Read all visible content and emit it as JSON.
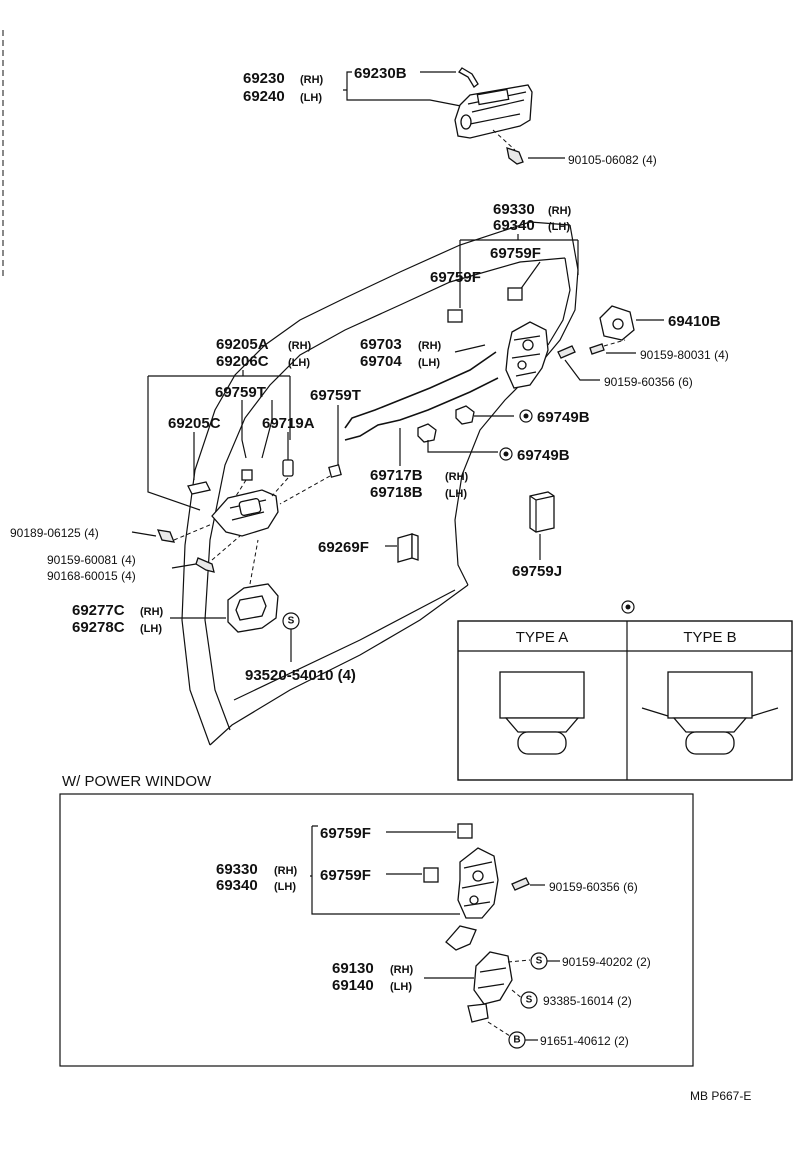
{
  "upper": {
    "outside_handle": {
      "rh": "69230",
      "lh": "69240",
      "rh_tag": "(RH)",
      "lh_tag": "(LH)",
      "screw": "69230B"
    },
    "handle_bolt": "90105-06082 (4)",
    "lock_assy": {
      "rh": "69330",
      "lh": "69340",
      "rh_tag": "(RH)",
      "lh_tag": "(LH)"
    },
    "clip_f1": "69759F",
    "clip_f2": "69759F",
    "striker": "69410B",
    "striker_screw": "90159-80031 (4)",
    "lock_screw": "90159-60356 (6)",
    "inside_rod": {
      "rh": "69703",
      "lh": "69704",
      "rh_tag": "(RH)",
      "lh_tag": "(LH)"
    },
    "inside_handle": {
      "rh": "69205A",
      "lh": "69206C",
      "rh_tag": "(RH)",
      "lh_tag": "(LH)"
    },
    "clip_t1": "69759T",
    "clip_t2": "69759T",
    "bezel_cap": "69205C",
    "cover": "69719A",
    "grommet1": "69749B",
    "grommet2": "69749B",
    "lock_rod": {
      "rh": "69717B",
      "lh": "69718B",
      "rh_tag": "(RH)",
      "lh_tag": "(LH)"
    },
    "nut1": "90189-06125 (4)",
    "screw2": "90159-60081 (4)",
    "screw3": "90168-60015 (4)",
    "cushion": "69269F",
    "clip_j": "69759J",
    "bezel": {
      "rh": "69277C",
      "lh": "69278C",
      "rh_tag": "(RH)",
      "lh_tag": "(LH)"
    },
    "bezel_screw": "93520-54010 (4)",
    "s_symbol": "S"
  },
  "type_table": {
    "type_a": "TYPE A",
    "type_b": "TYPE B"
  },
  "power_window": {
    "title": "W/ POWER WINDOW",
    "clip_f1": "69759F",
    "clip_f2": "69759F",
    "lock_assy": {
      "rh": "69330",
      "lh": "69340",
      "rh_tag": "(RH)",
      "lh_tag": "(LH)"
    },
    "lock_screw": "90159-60356 (6)",
    "actuator": {
      "rh": "69130",
      "lh": "69140",
      "rh_tag": "(RH)",
      "lh_tag": "(LH)"
    },
    "screw_a": "90159-40202 (2)",
    "screw_b": "93385-16014 (2)",
    "bolt_c": "91651-40612 (2)",
    "s_symbol": "S",
    "b_symbol": "B"
  },
  "footer": {
    "code": "MB  P667-E"
  }
}
